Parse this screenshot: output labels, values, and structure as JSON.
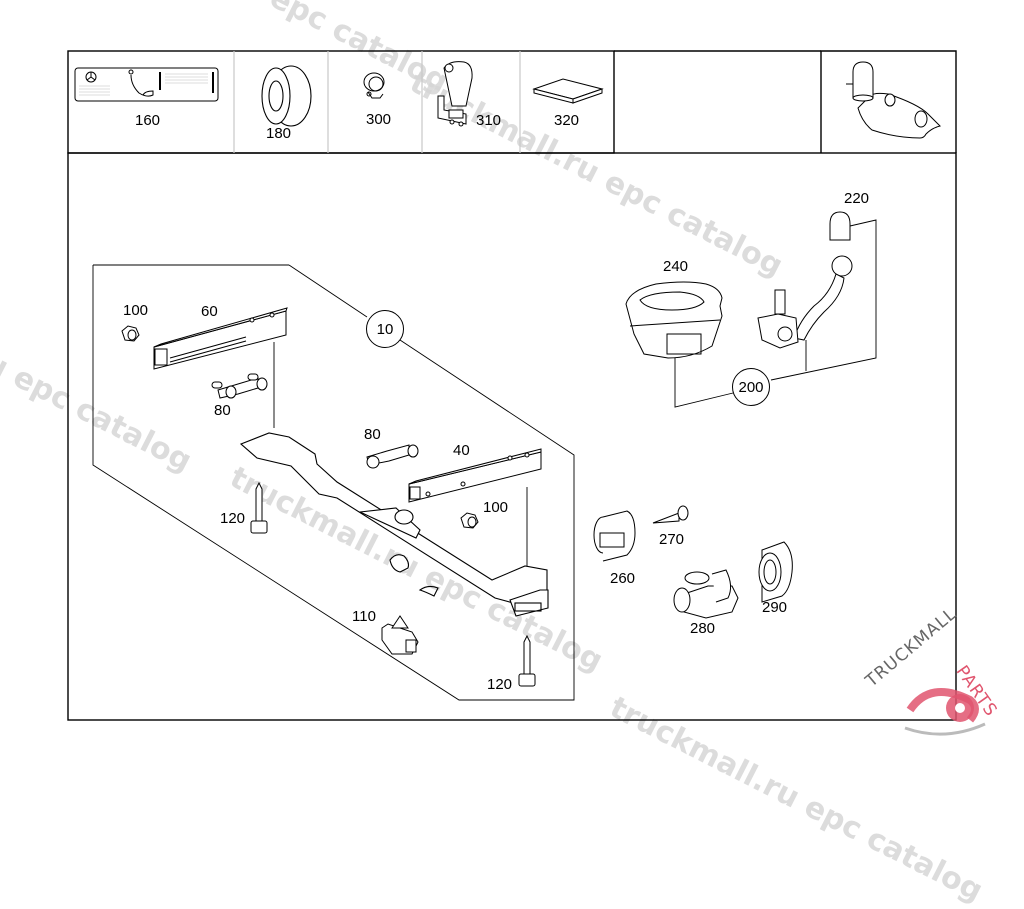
{
  "diagram": {
    "title": "Trailer hitch parts diagram",
    "top_strip_items": [
      {
        "label": "160",
        "part": "warning-label"
      },
      {
        "label": "180",
        "part": "ring"
      },
      {
        "label": "300",
        "part": "clip"
      },
      {
        "label": "310",
        "part": "bracket"
      },
      {
        "label": "320",
        "part": "pad"
      }
    ],
    "callout_groups": [
      {
        "label": "10",
        "part": "crossmember-assembly"
      },
      {
        "label": "200",
        "part": "ball-hitch-assembly"
      }
    ],
    "part_labels": {
      "p100a": "100",
      "p60": "60",
      "p80a": "80",
      "p80b": "80",
      "p40": "40",
      "p100b": "100",
      "p120a": "120",
      "p110": "110",
      "p120b": "120",
      "p240": "240",
      "p220": "220",
      "p260": "260",
      "p270": "270",
      "p280": "280",
      "p290": "290"
    }
  },
  "watermarks": [
    "u epc catalog",
    "truckmall.ru epc catalog",
    "truckmall.ru epc catalog",
    "truckmall.ru epc catalog",
    "epc catalog"
  ],
  "logo": {
    "brand_part1": "TRUCKMALL",
    "brand_part2": "PARTS",
    "accent_color": "#e0556e",
    "dark_color": "#555555"
  }
}
